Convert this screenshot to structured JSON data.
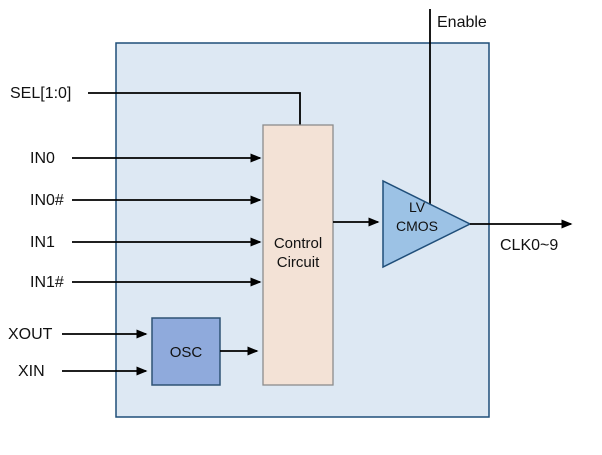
{
  "diagram": {
    "labels": {
      "enable": "Enable",
      "sel": "SEL[1:0]",
      "in0": "IN0",
      "in0_n": "IN0#",
      "in1": "IN1",
      "in1_n": "IN1#",
      "xout": "XOUT",
      "xin": "XIN",
      "osc": "OSC",
      "control_line1": "Control",
      "control_line2": "Circuit",
      "buffer_line1": "LV",
      "buffer_line2": "CMOS",
      "clk_out": "CLK0~9"
    },
    "colors": {
      "boundary_fill": "#dde8f3",
      "osc_fill": "#8faadc",
      "control_fill": "#f3e2d6",
      "buffer_fill": "#9cc2e5"
    }
  }
}
